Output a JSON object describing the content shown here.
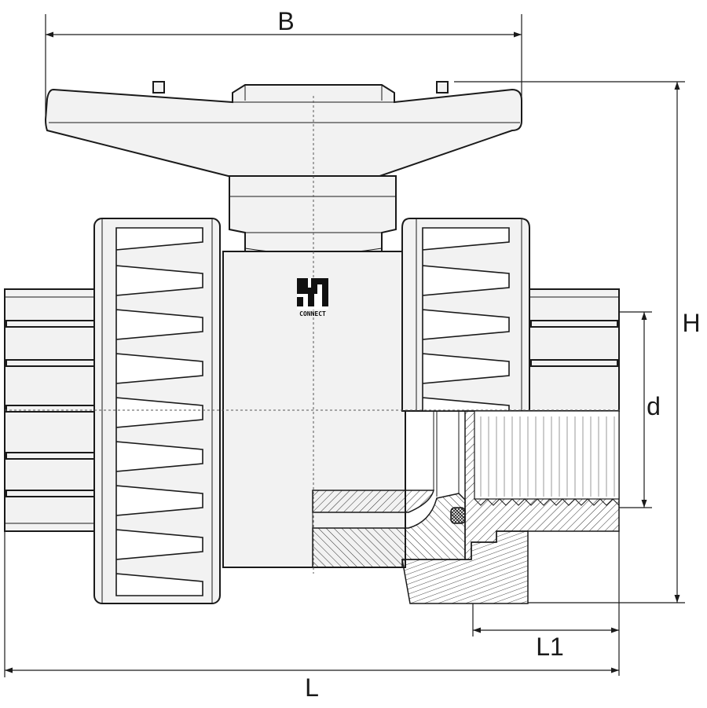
{
  "dimensions": {
    "B": "B",
    "H": "H",
    "d": "d",
    "L": "L",
    "L1": "L1"
  },
  "logo": {
    "caption": "CONNECT"
  },
  "colors": {
    "line": "#1a1a1a",
    "body_fill": "#f2f2f2",
    "background": "#ffffff"
  }
}
